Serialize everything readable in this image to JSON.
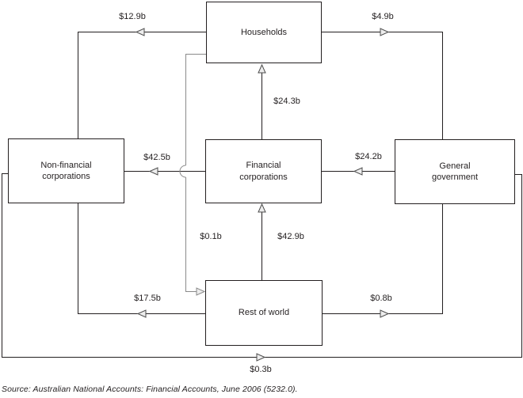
{
  "page": {
    "background": "#ffffff"
  },
  "diagram": {
    "line_color": "#231f20",
    "secondary_line_color": "#8a8a8a",
    "arrowhead_fill": "#ededed",
    "nodes": [
      {
        "id": "households",
        "lines": [
          "Households"
        ]
      },
      {
        "id": "non-financial-corporations",
        "lines": [
          "Non-financial",
          "corporations"
        ]
      },
      {
        "id": "financial-corporations",
        "lines": [
          "Financial",
          "corporations"
        ]
      },
      {
        "id": "general-government",
        "lines": [
          "General",
          "government"
        ]
      },
      {
        "id": "rest-of-world",
        "lines": [
          "Rest of world"
        ]
      }
    ],
    "flows": [
      {
        "from": "Households",
        "to": "Non-financial corporations",
        "value": "$12.9b"
      },
      {
        "from": "Households",
        "to": "General government",
        "value": "$4.9b"
      },
      {
        "from": "Financial corporations",
        "to": "Households",
        "value": "$24.3b"
      },
      {
        "from": "Financial corporations",
        "to": "Non-financial corporations",
        "value": "$42.5b"
      },
      {
        "from": "General government",
        "to": "Financial corporations",
        "value": "$24.2b"
      },
      {
        "from": "Households",
        "to": "Rest of world",
        "value": "$0.1b"
      },
      {
        "from": "Rest of world",
        "to": "Financial corporations",
        "value": "$42.9b"
      },
      {
        "from": "Rest of world",
        "to": "Non-financial corporations",
        "value": "$17.5b"
      },
      {
        "from": "Rest of world",
        "to": "General government",
        "value": "$0.8b"
      },
      {
        "from": "Non-financial corporations",
        "to": "General government",
        "value": "$0.3b"
      }
    ]
  },
  "source_note": "Source: Australian National Accounts: Financial Accounts, June 2006 (5232.0)."
}
